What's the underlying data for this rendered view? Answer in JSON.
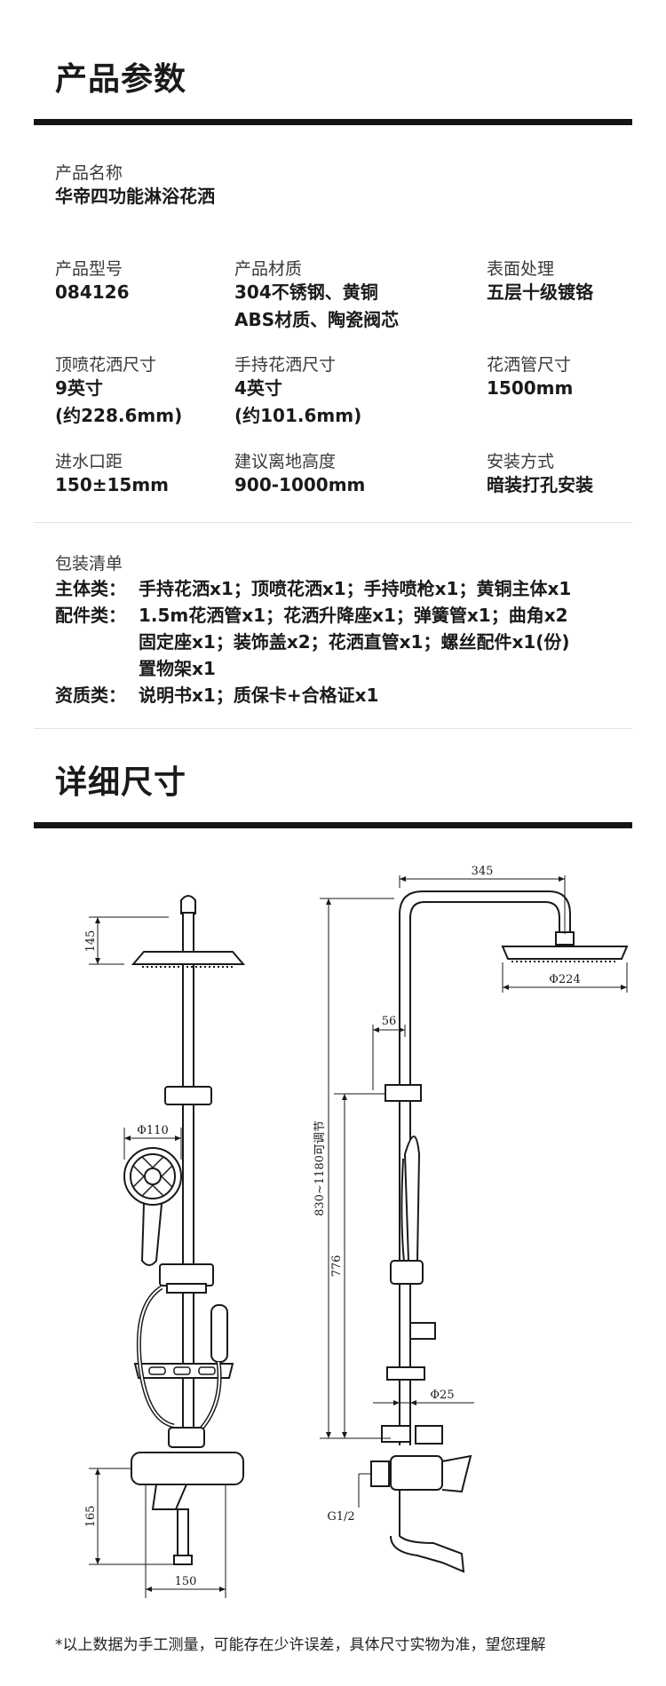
{
  "params": {
    "title": "产品参数",
    "name": {
      "label": "产品名称",
      "value": "华帝四功能淋浴花洒"
    },
    "specs": [
      {
        "label": "产品型号",
        "value": "084126"
      },
      {
        "label": "产品材质",
        "value": "304不锈钢、黄铜\nABS材质、陶瓷阀芯"
      },
      {
        "label": "表面处理",
        "value": "五层十级镀铬"
      },
      {
        "label": "顶喷花洒尺寸",
        "value": "9英寸\n(约228.6mm)"
      },
      {
        "label": "手持花洒尺寸",
        "value": "4英寸\n(约101.6mm)"
      },
      {
        "label": "花洒管尺寸",
        "value": "1500mm"
      },
      {
        "label": "进水口距",
        "value": "150±15mm"
      },
      {
        "label": "建议离地高度",
        "value": "900-1000mm"
      },
      {
        "label": "安装方式",
        "value": "暗装打孔安装"
      }
    ],
    "package": {
      "label": "包装清单",
      "rows": [
        {
          "category": "主体类：",
          "items": "手持花洒x1；顶喷花洒x1；手持喷枪x1；黄铜主体x1"
        },
        {
          "category": "配件类：",
          "items": "1.5m花洒管x1；花洒升降座x1；弹簧管x1；曲角x2\n固定座x1；装饰盖x2；花洒直管x1；螺丝配件x1(份)\n置物架x1"
        },
        {
          "category": "资质类：",
          "items": "说明书x1；质保卡+合格证x1"
        }
      ]
    }
  },
  "dimensions": {
    "title": "详细尺寸",
    "front": {
      "top_height": "145",
      "handheld_diameter": "Φ110",
      "bottom_height": "165",
      "inlet_spacing": "150"
    },
    "side": {
      "arm_length": "345",
      "head_diameter": "Φ224",
      "holder_offset": "56",
      "adjust_range": "830~1180可调节",
      "height": "776",
      "pipe_diameter": "Φ25",
      "thread": "G1/2"
    }
  },
  "footnote": "*以上数据为手工测量，可能存在少许误差，具体尺寸实物为准，望您理解"
}
